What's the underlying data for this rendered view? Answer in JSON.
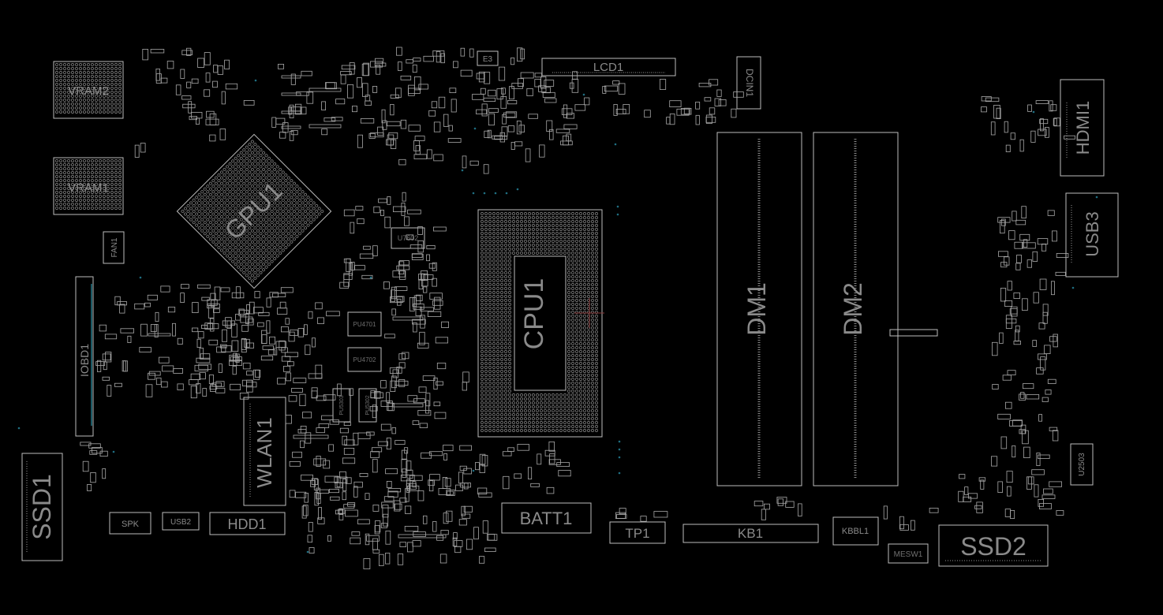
{
  "board": {
    "background": "#000000",
    "line_color": "#bdbdbd",
    "label_color": "#8a8a8a",
    "via_color": "#1f6f82"
  },
  "labels": {
    "vram2": "VRAM2",
    "vram1": "VRAM1",
    "gpu1": "GPU1",
    "cpu1": "CPU1",
    "dm1": "DM1",
    "dm2": "DM2",
    "lcd1": "LCD1",
    "e3": "E3",
    "dcin1": "DCIN1",
    "hdmi1": "HDMI1",
    "usb3": "USB3",
    "fan1": "FAN1",
    "iobd1": "IOBD1",
    "ssd1": "SSD1",
    "spk": "SPK",
    "usb2": "USB2",
    "hdd1": "HDD1",
    "wlan1": "WLAN1",
    "batt1": "BATT1",
    "tp1": "TP1",
    "kb1": "KB1",
    "kbbl1": "KBBL1",
    "mesw1": "MESW1",
    "ssd2": "SSD2",
    "u2503": "U2503",
    "u7602": "U7602",
    "pu4701": "PU4701",
    "pu4702": "PU4702",
    "pu5302": "PU5302",
    "pu5303": "PU5303"
  }
}
